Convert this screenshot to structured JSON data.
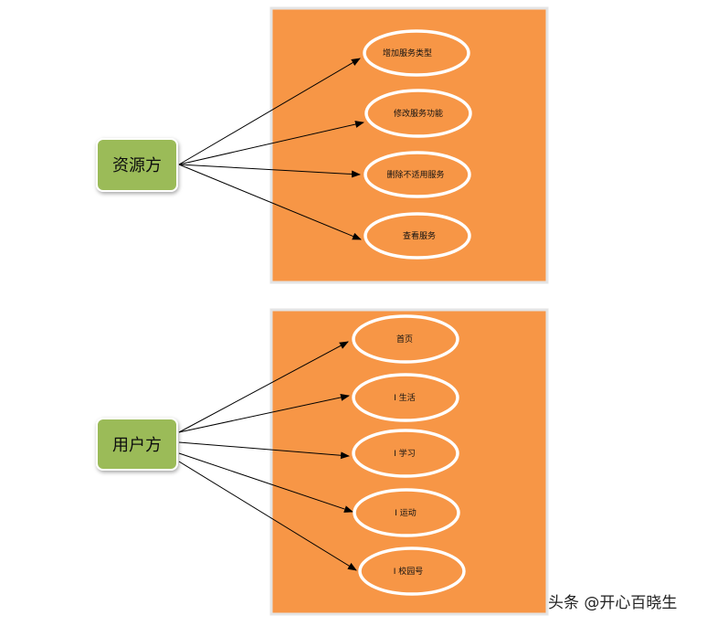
{
  "colors": {
    "panel": "#f79646",
    "actor": "#9bbb59",
    "ellipse_stroke": "#ffffff"
  },
  "groups": [
    {
      "actor": "资源方",
      "cases": [
        "增加服务类型",
        "修改服务功能",
        "删除不适用服务",
        "查看服务"
      ]
    },
    {
      "actor": "用户方",
      "cases": [
        "首页",
        "I 生活",
        "I 学习",
        "I 运动",
        "I 校园号"
      ]
    }
  ],
  "watermark": "头条 @开心百晓生"
}
